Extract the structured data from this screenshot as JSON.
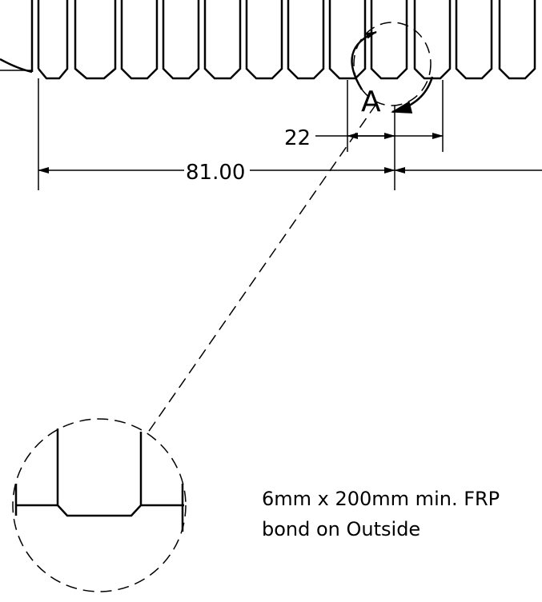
{
  "drawing": {
    "dimension_overall": "81.00",
    "dimension_groove": "22",
    "detail_label": "A",
    "note_line1": "6mm x 200mm min. FRP",
    "note_line2": "bond on Outside",
    "line_color": "#000000",
    "background_color": "#ffffff"
  }
}
